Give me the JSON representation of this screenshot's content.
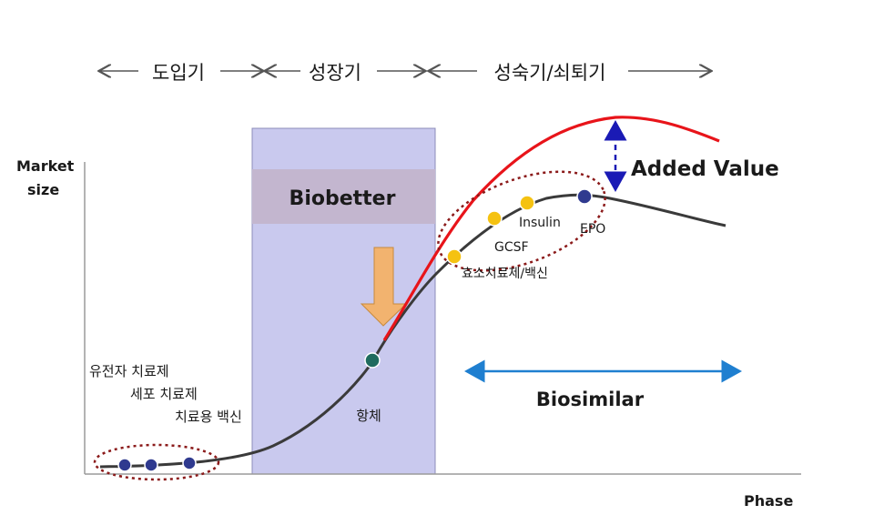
{
  "phases": {
    "intro": "도입기",
    "growth": "성장기",
    "maturity": "성숙기/쇠퇴기"
  },
  "axes": {
    "y_label_line1": "Market",
    "y_label_line2": "size",
    "x_label": "Phase"
  },
  "biobetter": {
    "label": "Biobetter"
  },
  "added_value": {
    "label": "Added Value"
  },
  "biosimilar": {
    "label": "Biosimilar"
  },
  "product_labels": {
    "gene_therapy": "유전자 치료제",
    "cell_therapy": "세포 치료제",
    "therapeutic_vaccine": "치료용 백신",
    "antibody": "항체",
    "enzyme_vaccine": "효소치료제/백신",
    "gcsf": "GCSF",
    "insulin": "Insulin",
    "epo": "EPO"
  },
  "colors": {
    "curve": "#3a3a3a",
    "added_value_curve": "#e8141a",
    "biobetter_band": "#c9c9ee",
    "biobetter_header": "#c3b6cf",
    "dot_navy": "#2f3a8f",
    "dot_yellow": "#f5c211",
    "dot_teal": "#1f6b5e",
    "ellipse": "#8b1a1a",
    "added_value_arrow": "#1a1ab5",
    "biosimilar_arrow": "#1f7fd0",
    "down_arrow": "#f2b36f"
  }
}
